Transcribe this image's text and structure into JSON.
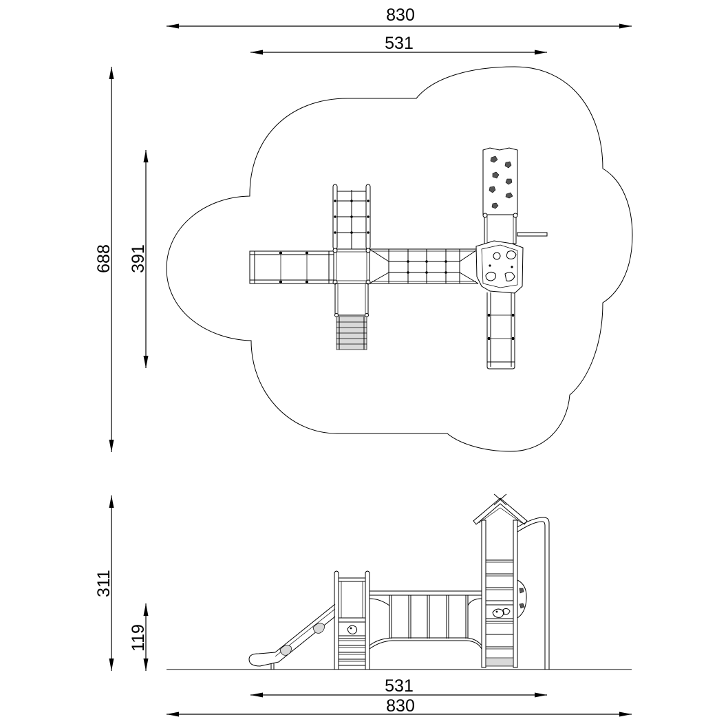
{
  "dimensions": {
    "plan_overall_width": "830",
    "plan_structure_width": "531",
    "plan_overall_depth": "688",
    "plan_structure_depth": "391",
    "side_total_height": "311",
    "side_platform_height": "119",
    "side_structure_width": "531",
    "side_overall_width": "830"
  }
}
